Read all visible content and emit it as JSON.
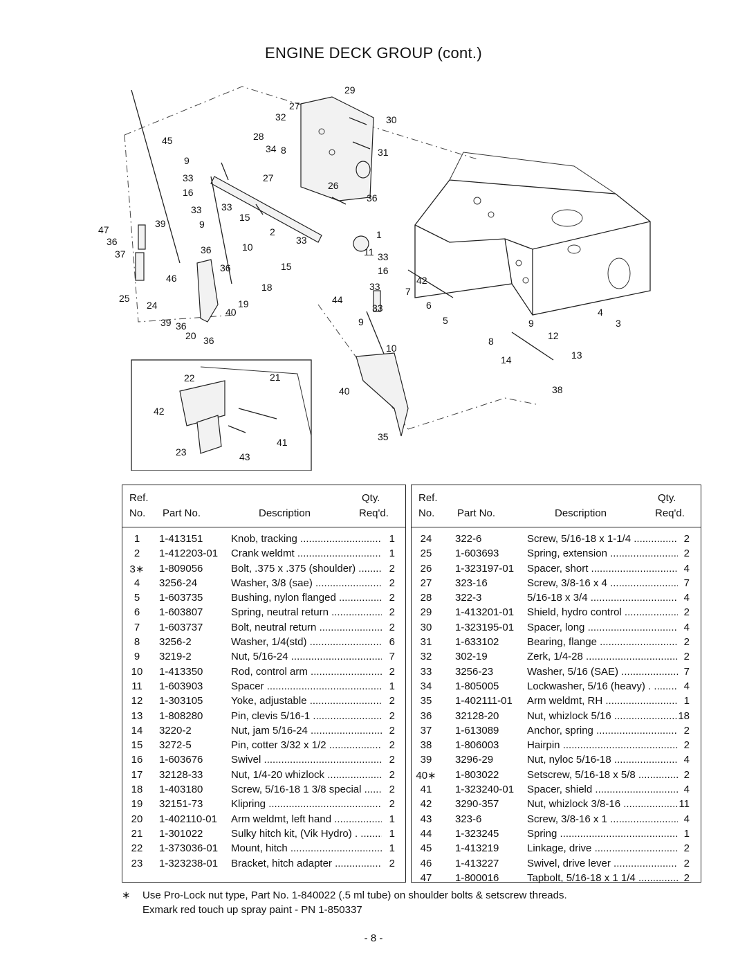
{
  "page": {
    "title": "ENGINE DECK GROUP (cont.)",
    "page_number": "- 8 -"
  },
  "diagram": {
    "callouts": [
      "29",
      "27",
      "32",
      "30",
      "28",
      "45",
      "34",
      "8",
      "31",
      "9",
      "33",
      "27",
      "26",
      "16",
      "36",
      "33",
      "33",
      "15",
      "47",
      "39",
      "9",
      "2",
      "1",
      "36",
      "33",
      "11",
      "33",
      "37",
      "36",
      "10",
      "15",
      "36",
      "16",
      "46",
      "33",
      "42",
      "7",
      "18",
      "44",
      "33",
      "6",
      "25",
      "24",
      "19",
      "40",
      "4",
      "39",
      "36",
      "20",
      "9",
      "5",
      "9",
      "3",
      "36",
      "12",
      "8",
      "10",
      "13",
      "14",
      "22",
      "21",
      "42",
      "40",
      "38",
      "41",
      "35",
      "23",
      "43"
    ]
  },
  "table": {
    "headers": {
      "ref_line1": "Ref.",
      "ref_line2": "No.",
      "part_no": "Part No.",
      "description": "Description",
      "qty_line1": "Qty.",
      "qty_line2": "Req'd."
    },
    "left": [
      {
        "ref": "1",
        "part": "1-413151",
        "desc": "Knob, tracking",
        "qty": "1"
      },
      {
        "ref": "2",
        "part": "1-412203-01",
        "desc": "Crank weldmt",
        "qty": "1"
      },
      {
        "ref": "3∗",
        "part": "1-809056",
        "desc": "Bolt, .375 x .375 (shoulder)",
        "qty": "2"
      },
      {
        "ref": "4",
        "part": "3256-24",
        "desc": "Washer, 3/8 (sae)",
        "qty": "2"
      },
      {
        "ref": "5",
        "part": "1-603735",
        "desc": "Bushing, nylon flanged",
        "qty": "2"
      },
      {
        "ref": "6",
        "part": "1-603807",
        "desc": "Spring, neutral return",
        "qty": "2"
      },
      {
        "ref": "7",
        "part": "1-603737",
        "desc": "Bolt, neutral return",
        "qty": "2"
      },
      {
        "ref": "8",
        "part": "3256-2",
        "desc": "Washer, 1/4(std)",
        "qty": "6"
      },
      {
        "ref": "9",
        "part": "3219-2",
        "desc": "Nut, 5/16-24",
        "qty": "7"
      },
      {
        "ref": "10",
        "part": "1-413350",
        "desc": "Rod, control arm",
        "qty": "2"
      },
      {
        "ref": "11",
        "part": "1-603903",
        "desc": "Spacer",
        "qty": "1"
      },
      {
        "ref": "12",
        "part": "1-303105",
        "desc": "Yoke, adjustable",
        "qty": "2"
      },
      {
        "ref": "13",
        "part": "1-808280",
        "desc": "Pin, clevis 5/16-1",
        "qty": "2"
      },
      {
        "ref": "14",
        "part": "3220-2",
        "desc": "Nut, jam 5/16-24",
        "qty": "2"
      },
      {
        "ref": "15",
        "part": "3272-5",
        "desc": "Pin, cotter 3/32 x 1/2",
        "qty": "2"
      },
      {
        "ref": "16",
        "part": "1-603676",
        "desc": "Swivel",
        "qty": "2"
      },
      {
        "ref": "17",
        "part": "32128-33",
        "desc": "Nut, 1/4-20 whizlock",
        "qty": "2"
      },
      {
        "ref": "18",
        "part": "1-403180",
        "desc": "Screw, 5/16-18 1 3/8 special",
        "qty": "2"
      },
      {
        "ref": "19",
        "part": "32151-73",
        "desc": "Klipring",
        "qty": "2"
      },
      {
        "ref": "20",
        "part": "1-402110-01",
        "desc": "Arm weldmt, left hand",
        "qty": "1"
      },
      {
        "ref": "21",
        "part": "1-301022",
        "desc": "Sulky hitch kit, (Vik Hydro) .",
        "qty": "1"
      },
      {
        "ref": "22",
        "part": "1-373036-01",
        "desc": "Mount, hitch",
        "qty": "1"
      },
      {
        "ref": "23",
        "part": "1-323238-01",
        "desc": "Bracket, hitch adapter",
        "qty": "2"
      }
    ],
    "right": [
      {
        "ref": "24",
        "part": "322-6",
        "desc": "Screw, 5/16-18 x 1-1/4",
        "qty": "2"
      },
      {
        "ref": "25",
        "part": "1-603693",
        "desc": "Spring, extension",
        "qty": "2"
      },
      {
        "ref": "26",
        "part": "1-323197-01",
        "desc": "Spacer, short",
        "qty": "4"
      },
      {
        "ref": "27",
        "part": "323-16",
        "desc": "Screw, 3/8-16 x 4",
        "qty": "7"
      },
      {
        "ref": "28",
        "part": "322-3",
        "desc": "5/16-18 x 3/4",
        "qty": "4"
      },
      {
        "ref": "29",
        "part": "1-413201-01",
        "desc": "Shield, hydro control",
        "qty": "2"
      },
      {
        "ref": "30",
        "part": "1-323195-01",
        "desc": "Spacer, long",
        "qty": "4"
      },
      {
        "ref": "31",
        "part": "1-633102",
        "desc": "Bearing, flange",
        "qty": "2"
      },
      {
        "ref": "32",
        "part": "302-19",
        "desc": "Zerk, 1/4-28",
        "qty": "2"
      },
      {
        "ref": "33",
        "part": "3256-23",
        "desc": "Washer, 5/16 (SAE)",
        "qty": "7"
      },
      {
        "ref": "34",
        "part": "1-805005",
        "desc": "Lockwasher, 5/16 (heavy) .",
        "qty": "4"
      },
      {
        "ref": "35",
        "part": "1-402111-01",
        "desc": "Arm weldmt, RH",
        "qty": "1"
      },
      {
        "ref": "36",
        "part": "32128-20",
        "desc": "Nut, whizlock 5/16",
        "qty": "18"
      },
      {
        "ref": "37",
        "part": "1-613089",
        "desc": "Anchor, spring",
        "qty": "2"
      },
      {
        "ref": "38",
        "part": "1-806003",
        "desc": "Hairpin",
        "qty": "2"
      },
      {
        "ref": "39",
        "part": "3296-29",
        "desc": "Nut, nyloc 5/16-18",
        "qty": "4"
      },
      {
        "ref": "40∗",
        "part": "1-803022",
        "desc": "Setscrew, 5/16-18 x 5/8",
        "qty": "2"
      },
      {
        "ref": "41",
        "part": "1-323240-01",
        "desc": "Spacer, shield",
        "qty": "4"
      },
      {
        "ref": "42",
        "part": "3290-357",
        "desc": "Nut, whizlock 3/8-16",
        "qty": "11"
      },
      {
        "ref": "43",
        "part": "323-6",
        "desc": "Screw, 3/8-16 x 1",
        "qty": "4"
      },
      {
        "ref": "44",
        "part": "1-323245",
        "desc": "Spring",
        "qty": "1"
      },
      {
        "ref": "45",
        "part": "1-413219",
        "desc": "Linkage, drive",
        "qty": "2"
      },
      {
        "ref": "46",
        "part": "1-413227",
        "desc": "Swivel, drive lever",
        "qty": "2"
      },
      {
        "ref": "47",
        "part": "1-800016",
        "desc": "Tapbolt, 5/16-18 x 1 1/4",
        "qty": "2"
      }
    ]
  },
  "footnote": {
    "symbol": "∗",
    "line1": "Use Pro-Lock nut type, Part No. 1-840022 (.5 ml tube) on shoulder bolts & setscrew threads.",
    "line2": "Exmark red touch up spray paint - PN 1-850337"
  }
}
